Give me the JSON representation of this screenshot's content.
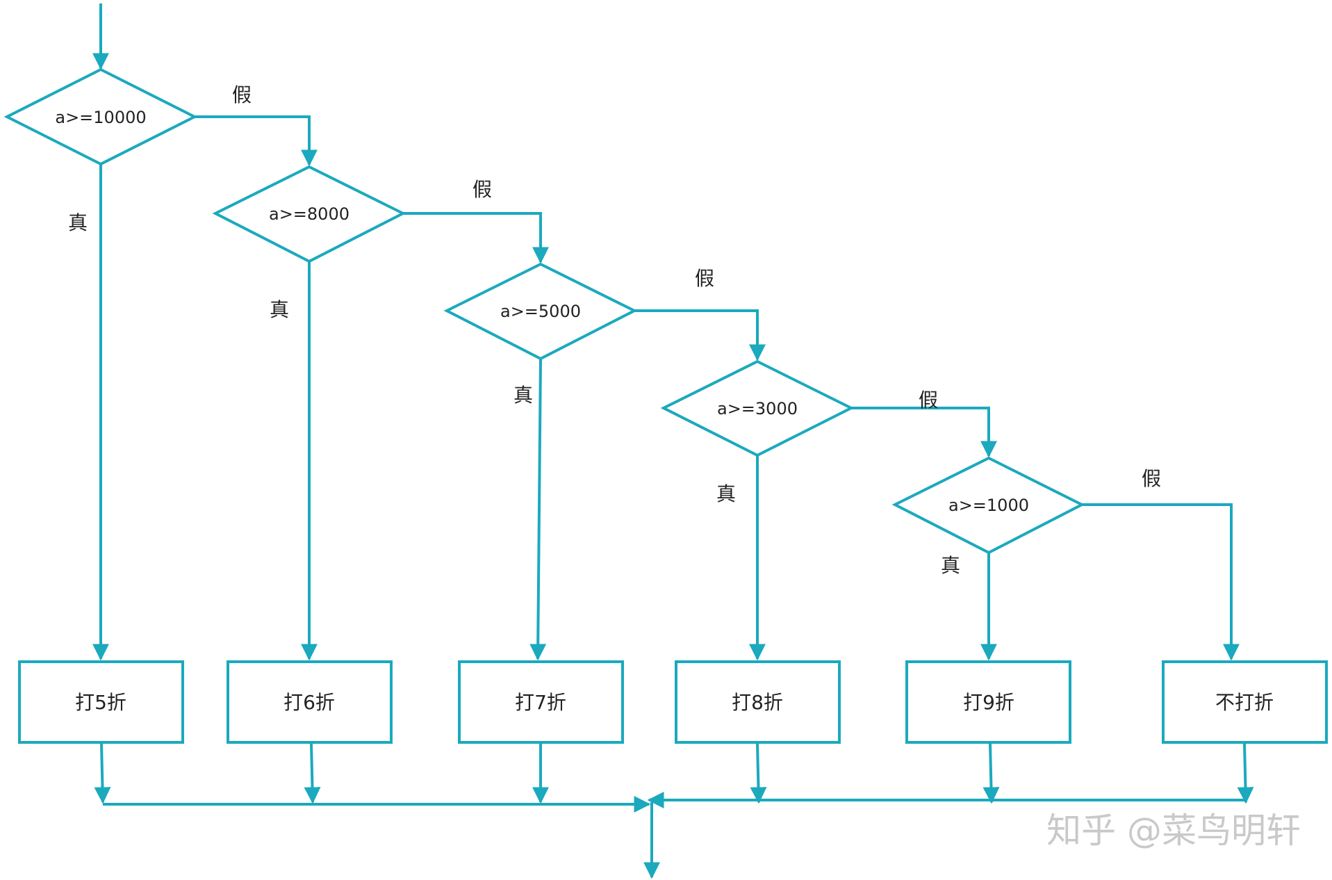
{
  "colors": {
    "stroke": "#1ba9be",
    "text": "#222222",
    "watermark": "#c9c9c9"
  },
  "conditions": [
    "a>=10000",
    "a>=8000",
    "a>=5000",
    "a>=3000",
    "a>=1000"
  ],
  "edge_labels": {
    "true_label": "真",
    "false_label": "假"
  },
  "outcomes": [
    "打5折",
    "打6折",
    "打7折",
    "打8折",
    "打9折",
    "不打折"
  ],
  "watermark": "知乎 @菜鸟明轩"
}
